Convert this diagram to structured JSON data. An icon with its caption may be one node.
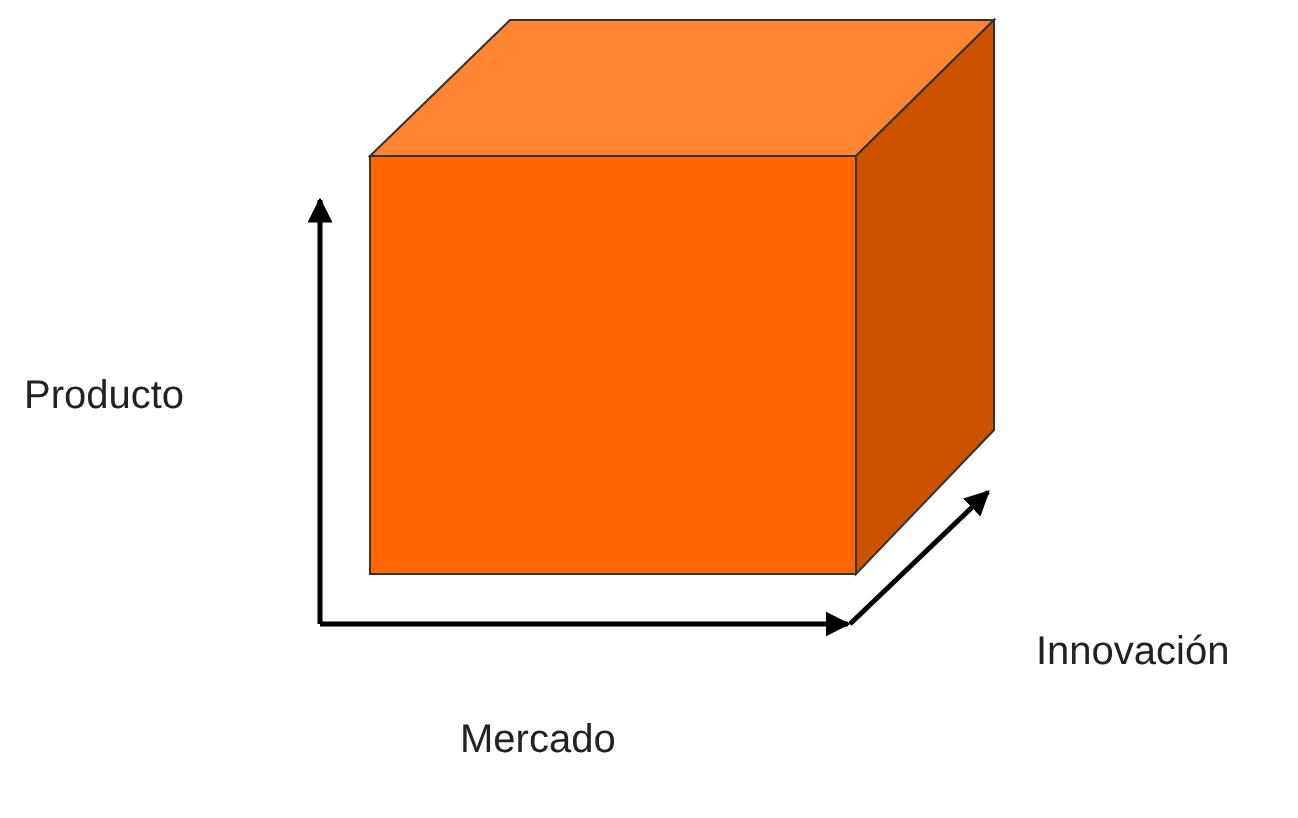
{
  "diagram": {
    "labels": [
      "Producto",
      "Innovación",
      "Mercado"
    ]
  }
}
